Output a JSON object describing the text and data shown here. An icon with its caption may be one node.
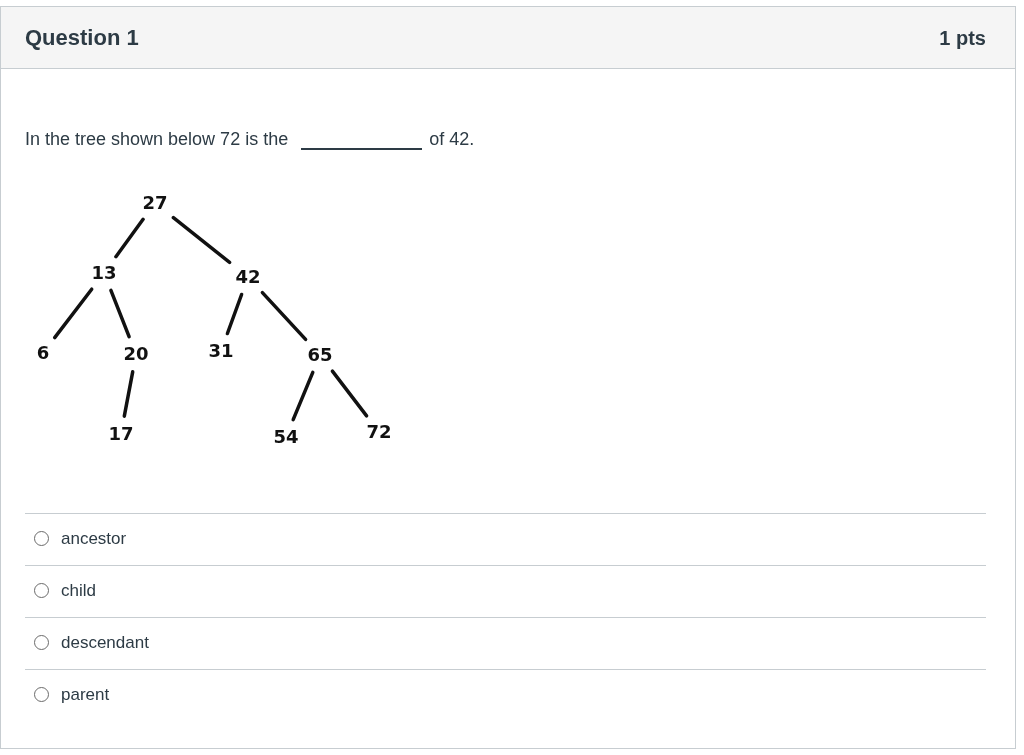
{
  "diagram": {
    "title": "Question 1",
    "nodes": [
      {
        "text": [
          "27"
        ]
      },
      {
        "text": [
          "13"
        ]
      },
      {
        "text": [
          "42"
        ]
      },
      {
        "text": [
          "6"
        ]
      },
      {
        "text": [
          "20"
        ]
      },
      {
        "text": [
          "31"
        ]
      },
      {
        "text": [
          "65"
        ]
      },
      {
        "text": [
          "17"
        ]
      },
      {
        "text": [
          "54"
        ]
      },
      {
        "text": [
          "72"
        ]
      }
    ],
    "edges": [
      {
        "from": 0,
        "to": 1,
        "arrow": "none"
      },
      {
        "from": 0,
        "to": 2,
        "arrow": "none"
      },
      {
        "from": 1,
        "to": 3,
        "arrow": "none"
      },
      {
        "from": 1,
        "to": 4,
        "arrow": "none"
      },
      {
        "from": 2,
        "to": 5,
        "arrow": "none"
      },
      {
        "from": 2,
        "to": 6,
        "arrow": "none"
      },
      {
        "from": 4,
        "to": 7,
        "arrow": "none"
      },
      {
        "from": 6,
        "to": 8,
        "arrow": "none"
      },
      {
        "from": 6,
        "to": 9,
        "arrow": "none"
      }
    ],
    "labels": [
      "1 pts",
      "In the tree shown below 72 is the",
      "of 42.",
      "ancestor",
      "child",
      "descendant",
      "parent"
    ]
  }
}
